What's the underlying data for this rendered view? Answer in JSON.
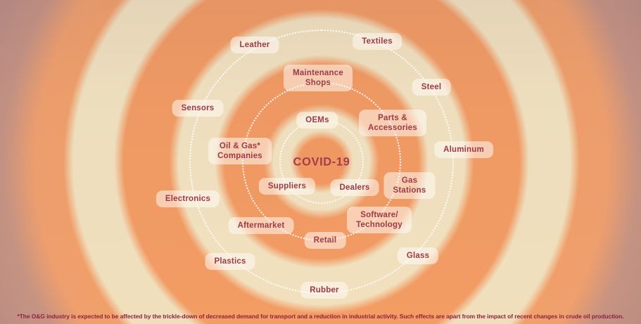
{
  "center": {
    "label": "COVID-19"
  },
  "nodes": [
    {
      "id": "leather",
      "label": "Leather"
    },
    {
      "id": "textiles",
      "label": "Textiles"
    },
    {
      "id": "maintenance-shops",
      "label": "Maintenance\nShops"
    },
    {
      "id": "steel",
      "label": "Steel"
    },
    {
      "id": "sensors",
      "label": "Sensors"
    },
    {
      "id": "oems",
      "label": "OEMs"
    },
    {
      "id": "parts-accessories",
      "label": "Parts &\nAccessories"
    },
    {
      "id": "oil-gas-companies",
      "label": "Oil & Gas*\nCompanies"
    },
    {
      "id": "aluminum",
      "label": "Aluminum"
    },
    {
      "id": "suppliers",
      "label": "Suppliers"
    },
    {
      "id": "dealers",
      "label": "Dealers"
    },
    {
      "id": "gas-stations",
      "label": "Gas\nStations"
    },
    {
      "id": "electronics",
      "label": "Electronics"
    },
    {
      "id": "software-technology",
      "label": "Software/\nTechnology"
    },
    {
      "id": "aftermarket",
      "label": "Aftermarket"
    },
    {
      "id": "retail",
      "label": "Retail"
    },
    {
      "id": "plastics",
      "label": "Plastics"
    },
    {
      "id": "glass",
      "label": "Glass"
    },
    {
      "id": "rubber",
      "label": "Rubber"
    }
  ],
  "footnote": "*The O&G industry is expected to be affected by the trickle-down of decreased demand for transport and a reduction in industrial activity. Such effects are apart from the impact of recent changes in crude oil production.",
  "colors": {
    "ring_orange": "#F49A62",
    "ring_cream": "#F2E4C2",
    "outer_mauve": "#BC9083",
    "dotted_circle": "#FFFFFF",
    "node_text": "#9D3A47",
    "center_text": "#A33C4F",
    "footnote_text": "#8E2145"
  }
}
